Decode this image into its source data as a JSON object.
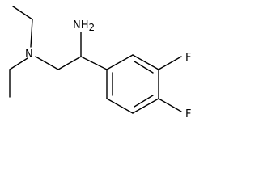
{
  "structure": {
    "labels": {
      "amine": "NH",
      "amine_subscript": "2",
      "nitrogen": "N",
      "fluorine_top": "F",
      "fluorine_bottom": "F"
    },
    "colors": {
      "bond": "#000000",
      "label": "#000000",
      "background": "#ffffff"
    }
  }
}
